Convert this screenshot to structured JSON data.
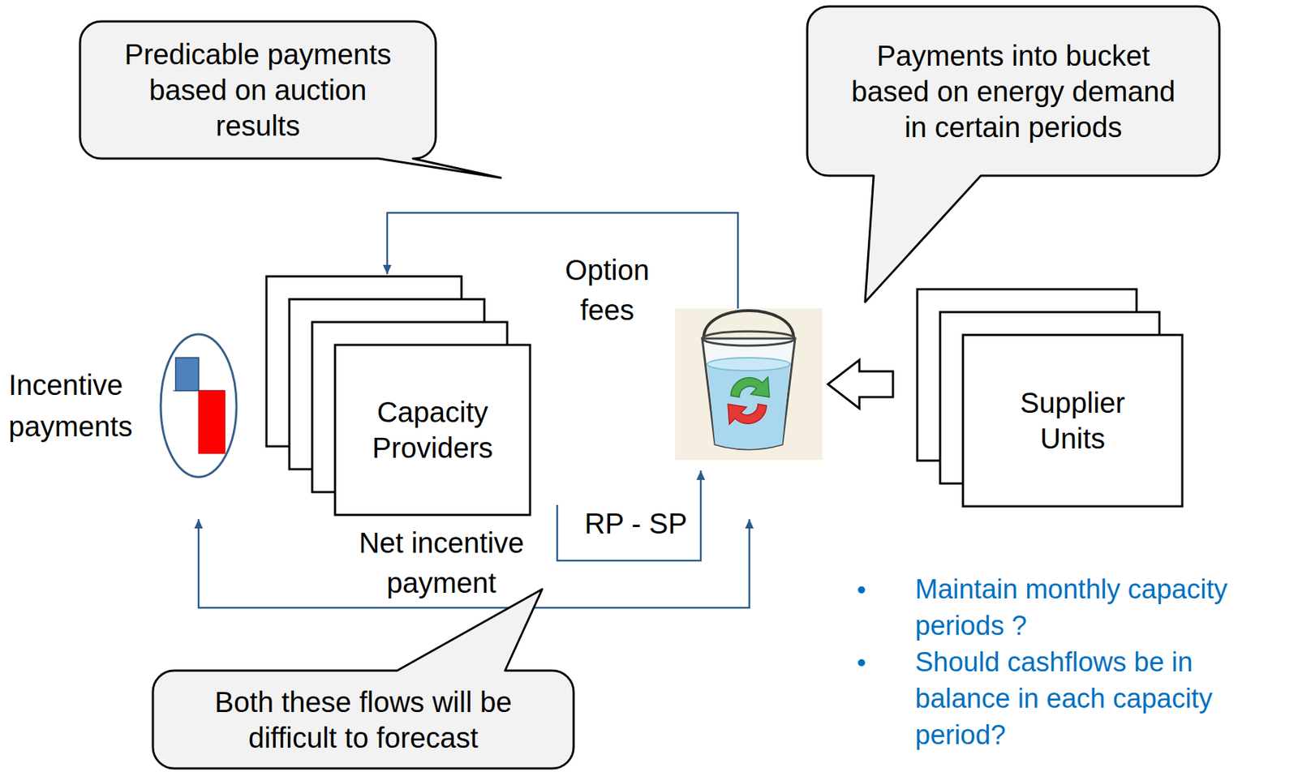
{
  "diagram": {
    "nodes": [
      {
        "text": [
          "Predicable payments based on auction results"
        ]
      },
      {
        "text": [
          "Payments into bucket based on energy demand in certain periods"
        ]
      },
      {
        "text": [
          "Incentive payments"
        ]
      },
      {
        "text": [
          "Capacity Providers"
        ]
      },
      {
        "text": []
      },
      {
        "text": [
          "Supplier Units"
        ]
      },
      {
        "text": [
          "Both these flows will be difficult to forecast"
        ]
      }
    ],
    "edges": [
      {
        "from": 4,
        "to": 3,
        "arrow": "to",
        "label": "Option fees"
      },
      {
        "from": 3,
        "to": 4,
        "arrow": "to",
        "label": "RP - SP"
      },
      {
        "from": 4,
        "to": 2,
        "arrow": "both",
        "label": "Net incentive payment"
      },
      {
        "from": 5,
        "to": 4,
        "arrow": "to"
      }
    ],
    "labels": [
      "Maintain monthly capacity periods ?",
      "Should cashflows be in balance in each capacity period?"
    ]
  }
}
